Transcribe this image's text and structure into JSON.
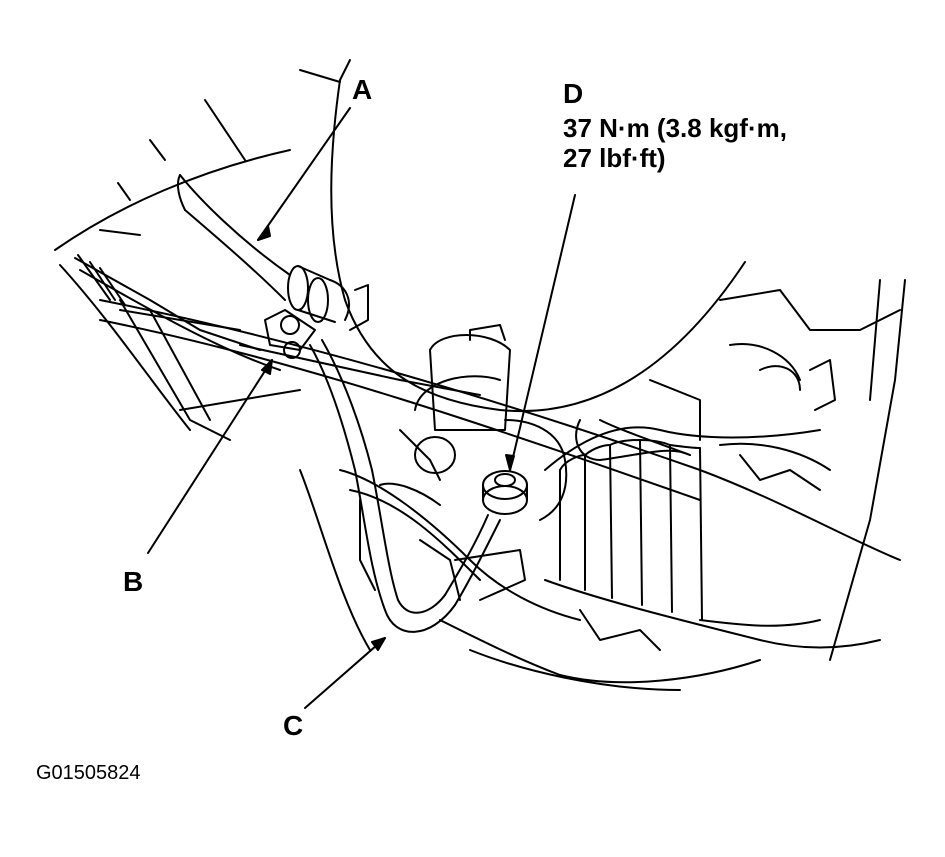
{
  "labels": {
    "a": "A",
    "b": "B",
    "c": "C",
    "d": "D"
  },
  "torque_spec": {
    "line1": "37 N·m (3.8 kgf·m,",
    "line2": "27 lbf·ft)"
  },
  "figure_id": "G01505824",
  "colors": {
    "ink": "#000000",
    "paper": "#ffffff"
  }
}
